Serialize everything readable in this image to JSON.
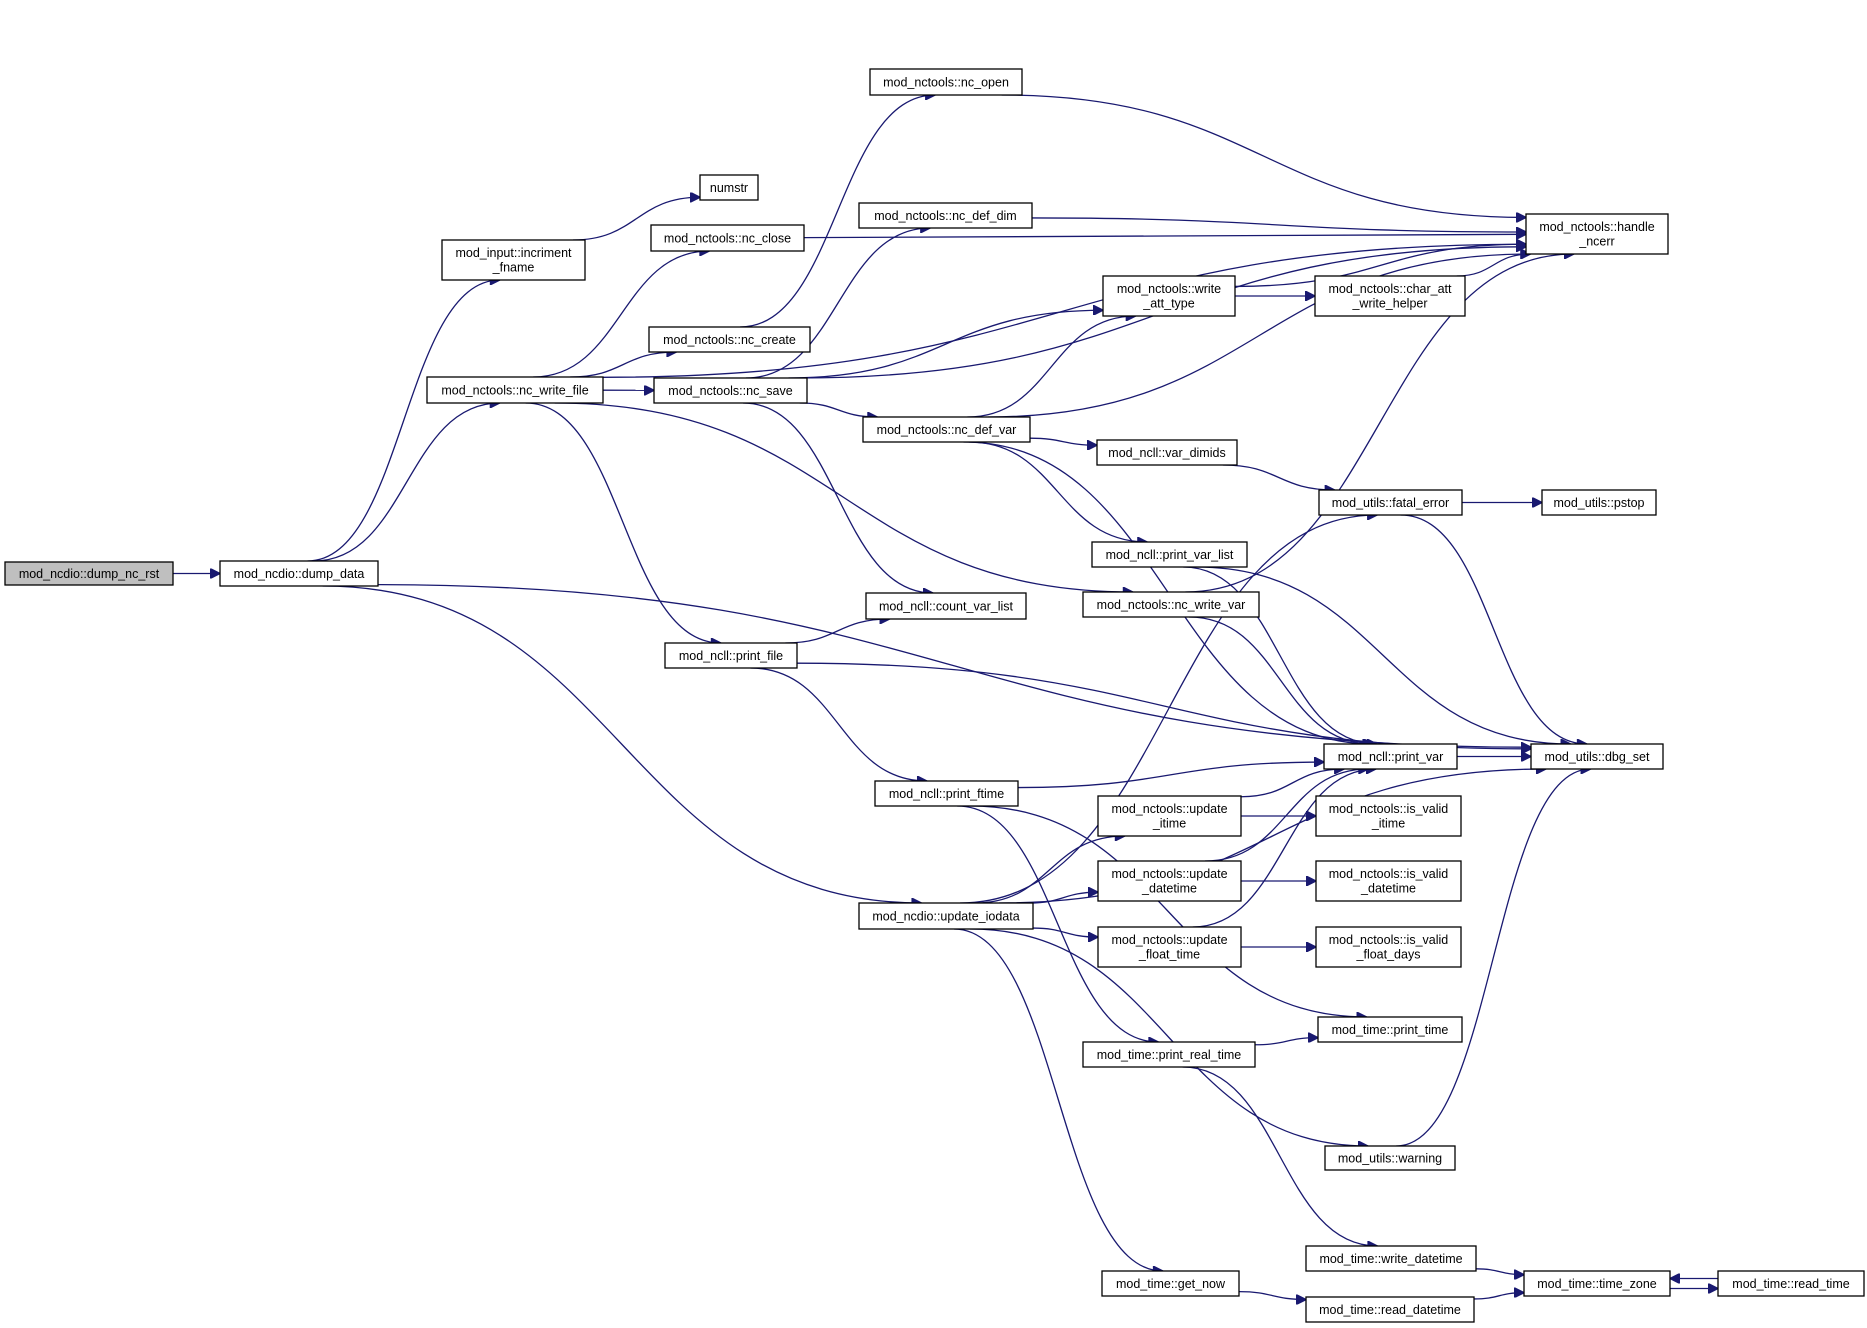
{
  "nodes": [
    {
      "id": "dump_nc_rst",
      "lines": [
        "mod_ncdio::dump_nc_rst"
      ],
      "root": true
    },
    {
      "id": "dump_data",
      "lines": [
        "mod_ncdio::dump_data"
      ]
    },
    {
      "id": "incriment_fname",
      "lines": [
        "mod_input::incriment",
        "_fname"
      ]
    },
    {
      "id": "numstr",
      "lines": [
        "numstr"
      ]
    },
    {
      "id": "nc_open",
      "lines": [
        "mod_nctools::nc_open"
      ]
    },
    {
      "id": "nc_close",
      "lines": [
        "mod_nctools::nc_close"
      ]
    },
    {
      "id": "nc_def_dim",
      "lines": [
        "mod_nctools::nc_def_dim"
      ]
    },
    {
      "id": "nc_create",
      "lines": [
        "mod_nctools::nc_create"
      ]
    },
    {
      "id": "nc_write_file",
      "lines": [
        "mod_nctools::nc_write_file"
      ]
    },
    {
      "id": "nc_save",
      "lines": [
        "mod_nctools::nc_save"
      ]
    },
    {
      "id": "handle_ncerr",
      "lines": [
        "mod_nctools::handle",
        "_ncerr"
      ]
    },
    {
      "id": "write_att_type",
      "lines": [
        "mod_nctools::write",
        "_att_type"
      ]
    },
    {
      "id": "char_att_write_helper",
      "lines": [
        "mod_nctools::char_att",
        "_write_helper"
      ]
    },
    {
      "id": "nc_def_var",
      "lines": [
        "mod_nctools::nc_def_var"
      ]
    },
    {
      "id": "var_dimids",
      "lines": [
        "mod_ncll::var_dimids"
      ]
    },
    {
      "id": "fatal_error",
      "lines": [
        "mod_utils::fatal_error"
      ]
    },
    {
      "id": "pstop",
      "lines": [
        "mod_utils::pstop"
      ]
    },
    {
      "id": "print_var_list",
      "lines": [
        "mod_ncll::print_var_list"
      ]
    },
    {
      "id": "nc_write_var",
      "lines": [
        "mod_nctools::nc_write_var"
      ]
    },
    {
      "id": "count_var_list",
      "lines": [
        "mod_ncll::count_var_list"
      ]
    },
    {
      "id": "print_file",
      "lines": [
        "mod_ncll::print_file"
      ]
    },
    {
      "id": "print_var",
      "lines": [
        "mod_ncll::print_var"
      ]
    },
    {
      "id": "dbg_set",
      "lines": [
        "mod_utils::dbg_set"
      ]
    },
    {
      "id": "print_ftime",
      "lines": [
        "mod_ncll::print_ftime"
      ]
    },
    {
      "id": "update_itime",
      "lines": [
        "mod_nctools::update",
        "_itime"
      ]
    },
    {
      "id": "is_valid_itime",
      "lines": [
        "mod_nctools::is_valid",
        "_itime"
      ]
    },
    {
      "id": "update_datetime",
      "lines": [
        "mod_nctools::update",
        "_datetime"
      ]
    },
    {
      "id": "is_valid_datetime",
      "lines": [
        "mod_nctools::is_valid",
        "_datetime"
      ]
    },
    {
      "id": "update_iodata",
      "lines": [
        "mod_ncdio::update_iodata"
      ]
    },
    {
      "id": "update_float_time",
      "lines": [
        "mod_nctools::update",
        "_float_time"
      ]
    },
    {
      "id": "is_valid_float_days",
      "lines": [
        "mod_nctools::is_valid",
        "_float_days"
      ]
    },
    {
      "id": "print_time",
      "lines": [
        "mod_time::print_time"
      ]
    },
    {
      "id": "print_real_time",
      "lines": [
        "mod_time::print_real_time"
      ]
    },
    {
      "id": "warning",
      "lines": [
        "mod_utils::warning"
      ]
    },
    {
      "id": "write_datetime",
      "lines": [
        "mod_time::write_datetime"
      ]
    },
    {
      "id": "get_now",
      "lines": [
        "mod_time::get_now"
      ]
    },
    {
      "id": "time_zone",
      "lines": [
        "mod_time::time_zone"
      ]
    },
    {
      "id": "read_time",
      "lines": [
        "mod_time::read_time"
      ]
    },
    {
      "id": "read_datetime",
      "lines": [
        "mod_time::read_datetime"
      ]
    }
  ],
  "edges": [
    [
      "dump_nc_rst",
      "dump_data"
    ],
    [
      "dump_data",
      "incriment_fname"
    ],
    [
      "dump_data",
      "nc_write_file"
    ],
    [
      "dump_data",
      "update_iodata"
    ],
    [
      "dump_data",
      "dbg_set"
    ],
    [
      "incriment_fname",
      "numstr"
    ],
    [
      "nc_write_file",
      "nc_close"
    ],
    [
      "nc_write_file",
      "nc_create"
    ],
    [
      "nc_write_file",
      "nc_save"
    ],
    [
      "nc_write_file",
      "handle_ncerr"
    ],
    [
      "nc_write_file",
      "print_file"
    ],
    [
      "nc_write_file",
      "nc_write_var"
    ],
    [
      "nc_close",
      "handle_ncerr"
    ],
    [
      "nc_create",
      "nc_open"
    ],
    [
      "nc_open",
      "handle_ncerr"
    ],
    [
      "nc_save",
      "nc_def_dim"
    ],
    [
      "nc_save",
      "write_att_type"
    ],
    [
      "nc_save",
      "nc_def_var"
    ],
    [
      "nc_save",
      "handle_ncerr"
    ],
    [
      "nc_save",
      "count_var_list"
    ],
    [
      "nc_def_dim",
      "handle_ncerr"
    ],
    [
      "write_att_type",
      "handle_ncerr"
    ],
    [
      "write_att_type",
      "char_att_write_helper"
    ],
    [
      "char_att_write_helper",
      "handle_ncerr"
    ],
    [
      "nc_def_var",
      "write_att_type"
    ],
    [
      "nc_def_var",
      "handle_ncerr"
    ],
    [
      "nc_def_var",
      "var_dimids"
    ],
    [
      "nc_def_var",
      "print_var_list"
    ],
    [
      "nc_def_var",
      "print_var"
    ],
    [
      "var_dimids",
      "fatal_error"
    ],
    [
      "fatal_error",
      "pstop"
    ],
    [
      "fatal_error",
      "dbg_set"
    ],
    [
      "print_var_list",
      "print_var"
    ],
    [
      "print_var_list",
      "dbg_set"
    ],
    [
      "nc_write_var",
      "handle_ncerr"
    ],
    [
      "nc_write_var",
      "print_var"
    ],
    [
      "print_file",
      "count_var_list"
    ],
    [
      "print_file",
      "print_ftime"
    ],
    [
      "print_file",
      "dbg_set"
    ],
    [
      "print_ftime",
      "print_var"
    ],
    [
      "print_ftime",
      "print_time"
    ],
    [
      "print_ftime",
      "print_real_time"
    ],
    [
      "print_var",
      "dbg_set"
    ],
    [
      "update_iodata",
      "update_itime"
    ],
    [
      "update_iodata",
      "update_datetime"
    ],
    [
      "update_iodata",
      "update_float_time"
    ],
    [
      "update_iodata",
      "fatal_error"
    ],
    [
      "update_iodata",
      "dbg_set"
    ],
    [
      "update_iodata",
      "warning"
    ],
    [
      "update_iodata",
      "get_now"
    ],
    [
      "update_itime",
      "print_var"
    ],
    [
      "update_itime",
      "is_valid_itime"
    ],
    [
      "update_datetime",
      "print_var"
    ],
    [
      "update_datetime",
      "is_valid_datetime"
    ],
    [
      "update_float_time",
      "print_var"
    ],
    [
      "update_float_time",
      "is_valid_float_days"
    ],
    [
      "print_real_time",
      "print_time"
    ],
    [
      "print_real_time",
      "write_datetime"
    ],
    [
      "warning",
      "dbg_set"
    ],
    [
      "write_datetime",
      "time_zone"
    ],
    [
      "get_now",
      "read_datetime"
    ],
    [
      "read_datetime",
      "time_zone"
    ],
    [
      "time_zone",
      "read_time"
    ],
    [
      "read_time",
      "time_zone"
    ]
  ]
}
